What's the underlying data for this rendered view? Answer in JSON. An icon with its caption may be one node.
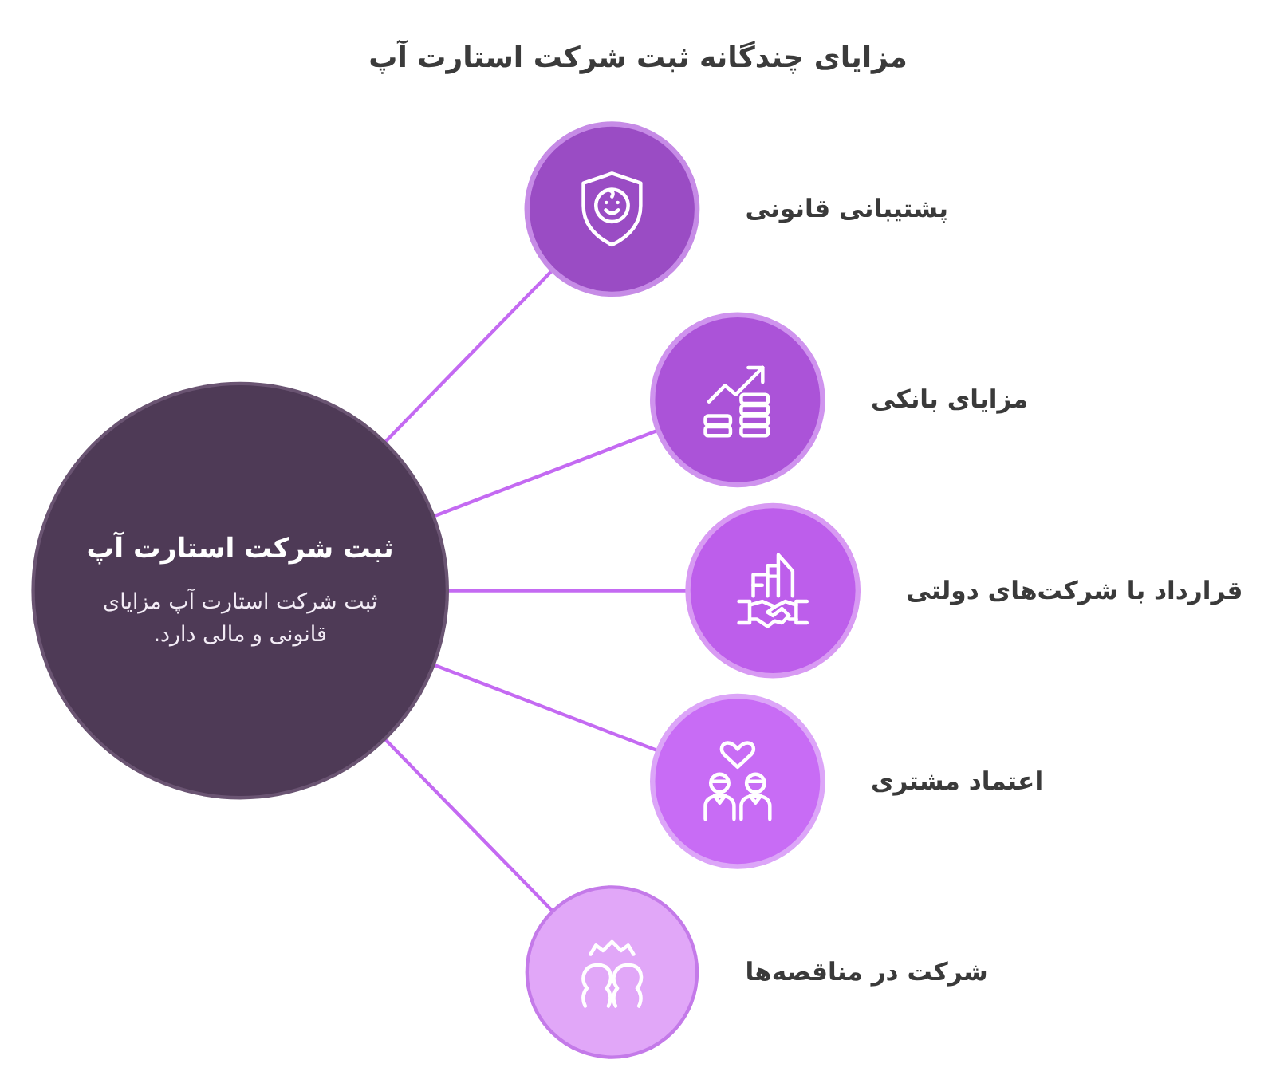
{
  "diagram": {
    "title": "مزایای چندگانه ثبت شرکت استارت آپ",
    "nodes": [
      {
        "text": [
          "ثبت شرکت استارت آپ",
          "ثبت شرکت استارت آپ مزایای قانونی و مالی دارد."
        ]
      },
      {
        "text": [],
        "shape": "circle",
        "beside": [
          "پشتیبانی قانونی"
        ]
      },
      {
        "text": [],
        "shape": "circle",
        "beside": [
          "مزایای بانکی"
        ]
      },
      {
        "text": [],
        "shape": "circle",
        "beside": [
          "قرارداد با شرکت‌های دولتی"
        ]
      },
      {
        "text": [],
        "shape": "circle",
        "beside": [
          "اعتماد مشتری"
        ]
      },
      {
        "text": [],
        "shape": "circle",
        "beside": [
          "شرکت در مناقصه‌ها"
        ]
      }
    ],
    "edges": [
      {
        "from": 0,
        "to": 1,
        "arrow": "none"
      },
      {
        "from": 0,
        "to": 2,
        "arrow": "none"
      },
      {
        "from": 0,
        "to": 3,
        "arrow": "none"
      },
      {
        "from": 0,
        "to": 4,
        "arrow": "none"
      },
      {
        "from": 0,
        "to": 5,
        "arrow": "none"
      }
    ]
  }
}
